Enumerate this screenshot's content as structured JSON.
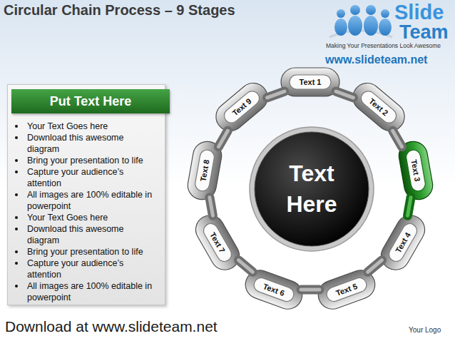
{
  "diagram": {
    "title": "Circular Chain Process – 9 Stages",
    "nodes": [
      {
        "text": [
          "Put Text Here",
          "Your Text Goes here",
          "Download this awesome diagram",
          "Bring your presentation to life",
          "Capture your audience’s attention",
          "All images are 100% editable in powerpoint",
          "Your Text Goes here",
          "Download this awesome diagram",
          "Bring your presentation to life",
          "Capture your audience’s attention",
          "All images are 100% editable in powerpoint"
        ]
      },
      {
        "text": [
          "Text 1"
        ]
      },
      {
        "text": [
          "Text 2"
        ]
      },
      {
        "text": [
          "Text 3"
        ]
      },
      {
        "text": [
          "Text 4"
        ]
      },
      {
        "text": [
          "Text 5"
        ]
      },
      {
        "text": [
          "Text 6"
        ]
      },
      {
        "text": [
          "Text 7"
        ]
      },
      {
        "text": [
          "Text 8"
        ]
      },
      {
        "text": [
          "Text 9"
        ]
      },
      {
        "text": [
          "Text Here"
        ]
      }
    ],
    "edges": [
      {
        "from": 1,
        "to": 2,
        "arrow": "none"
      },
      {
        "from": 2,
        "to": 3,
        "arrow": "none"
      },
      {
        "from": 3,
        "to": 4,
        "arrow": "none"
      },
      {
        "from": 4,
        "to": 5,
        "arrow": "none"
      },
      {
        "from": 5,
        "to": 6,
        "arrow": "none"
      },
      {
        "from": 6,
        "to": 7,
        "arrow": "none"
      },
      {
        "from": 7,
        "to": 8,
        "arrow": "none"
      },
      {
        "from": 8,
        "to": 9,
        "arrow": "none"
      },
      {
        "from": 9,
        "to": 1,
        "arrow": "none"
      }
    ],
    "labels": [
      "Slide",
      "Team",
      "Making Your Presentations Look Awesome",
      "www.slideteam.net",
      "Download at www.slideteam.net",
      "Your Logo"
    ]
  }
}
